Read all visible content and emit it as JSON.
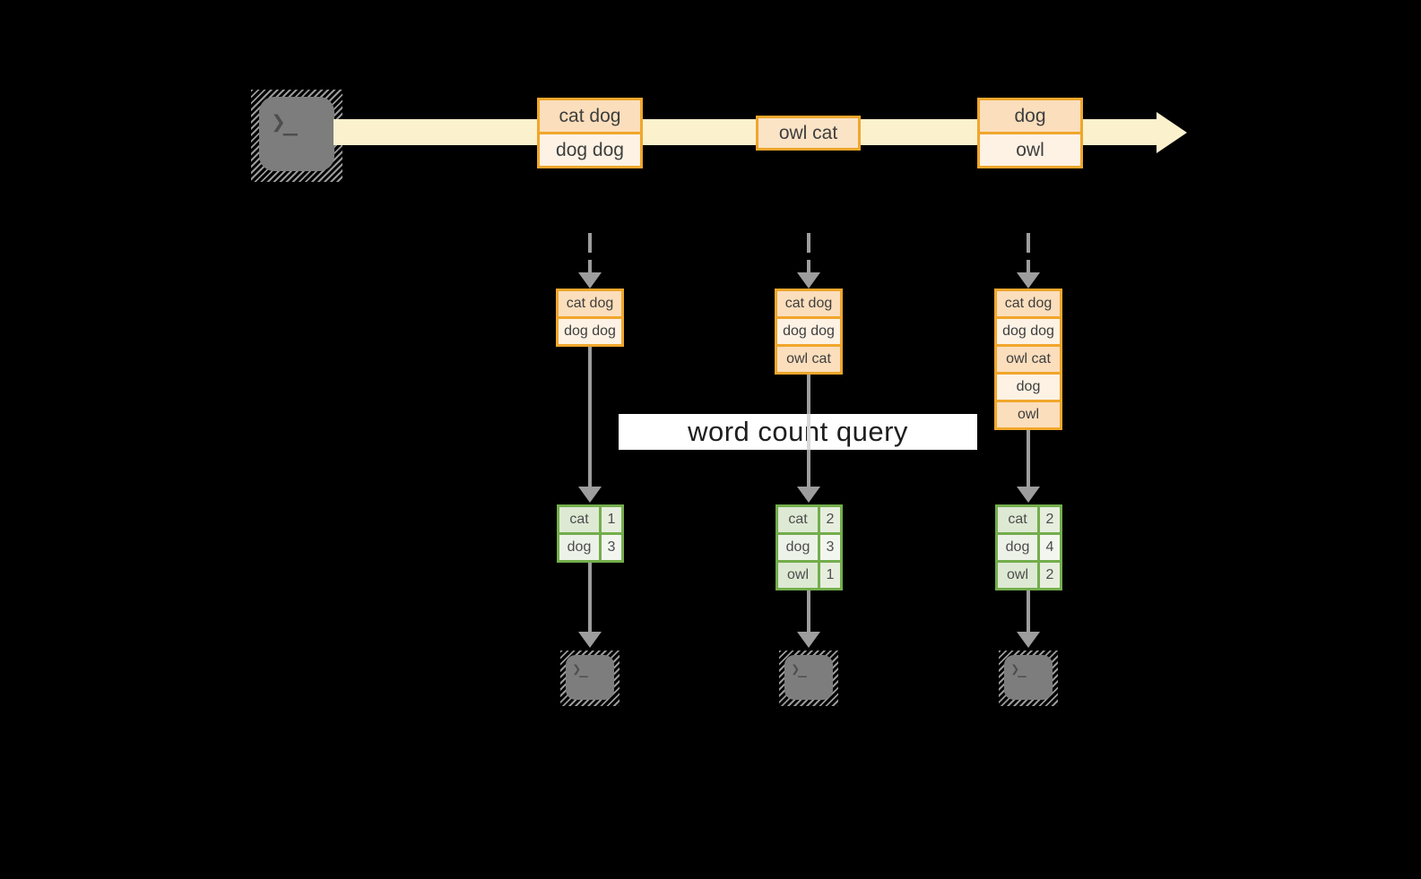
{
  "diagram": {
    "query_label": "word count query",
    "prompt_glyph": "❯_"
  },
  "stream": {
    "events": [
      {
        "rows": [
          "cat dog",
          "dog dog"
        ]
      },
      {
        "rows": [
          "owl cat"
        ]
      },
      {
        "rows": [
          "dog",
          "owl"
        ]
      }
    ]
  },
  "columns": [
    {
      "accumulated": [
        "cat dog",
        "dog dog"
      ],
      "counts": [
        {
          "word": "cat",
          "count": "1"
        },
        {
          "word": "dog",
          "count": "3"
        }
      ]
    },
    {
      "accumulated": [
        "cat dog",
        "dog dog",
        "owl cat"
      ],
      "counts": [
        {
          "word": "cat",
          "count": "2"
        },
        {
          "word": "dog",
          "count": "3"
        },
        {
          "word": "owl",
          "count": "1"
        }
      ]
    },
    {
      "accumulated": [
        "cat dog",
        "dog dog",
        "owl cat",
        "dog",
        "owl"
      ],
      "counts": [
        {
          "word": "cat",
          "count": "2"
        },
        {
          "word": "dog",
          "count": "4"
        },
        {
          "word": "owl",
          "count": "2"
        }
      ]
    }
  ],
  "icons": {
    "source": "terminal-icon",
    "sinks": [
      "terminal-icon",
      "terminal-icon",
      "terminal-icon"
    ]
  },
  "colors": {
    "background": "#000000",
    "stream_band": "#FBF1CD",
    "event_border": "#F0A62B",
    "event_fill_dark": "#FBDEBC",
    "event_fill_light": "#FDF2E4",
    "event_fill_mid": "#FBE3C6",
    "table_border": "#73AD4C",
    "table_fill_dark": "#DEE9D4",
    "table_fill_light": "#EDF2E8",
    "arrow_gray": "#9D9D9D",
    "terminal_gray": "#7D7D7D",
    "query_band": "#FFFFFF",
    "text_dark": "#3E3E3E"
  }
}
